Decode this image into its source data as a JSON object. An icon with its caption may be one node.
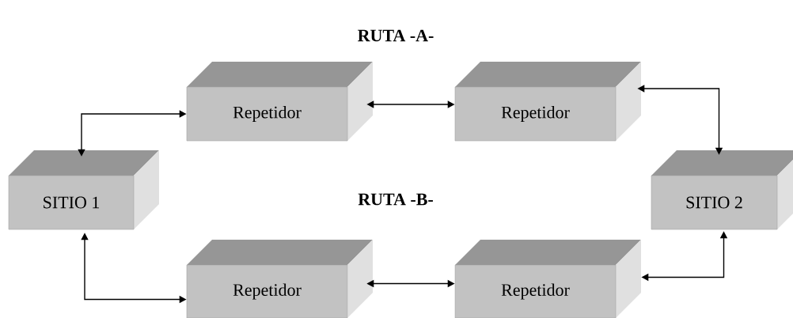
{
  "diagram": {
    "nodes": [
      {
        "text": [
          "Repetidor"
        ]
      },
      {
        "text": [
          "Repetidor"
        ]
      },
      {
        "text": [
          "SITIO 1"
        ]
      },
      {
        "text": [
          "SITIO 2"
        ]
      },
      {
        "text": [
          "Repetidor"
        ]
      },
      {
        "text": [
          "Repetidor"
        ]
      }
    ],
    "edges": [
      {
        "from": 2,
        "to": 0,
        "arrow": "both"
      },
      {
        "from": 0,
        "to": 1,
        "arrow": "both"
      },
      {
        "from": 1,
        "to": 3,
        "arrow": "both"
      },
      {
        "from": 2,
        "to": 4,
        "arrow": "both"
      },
      {
        "from": 4,
        "to": 5,
        "arrow": "both"
      },
      {
        "from": 5,
        "to": 3,
        "arrow": "both"
      }
    ],
    "labels": [
      "RUTA  -A-",
      "RUTA  -B-"
    ]
  }
}
